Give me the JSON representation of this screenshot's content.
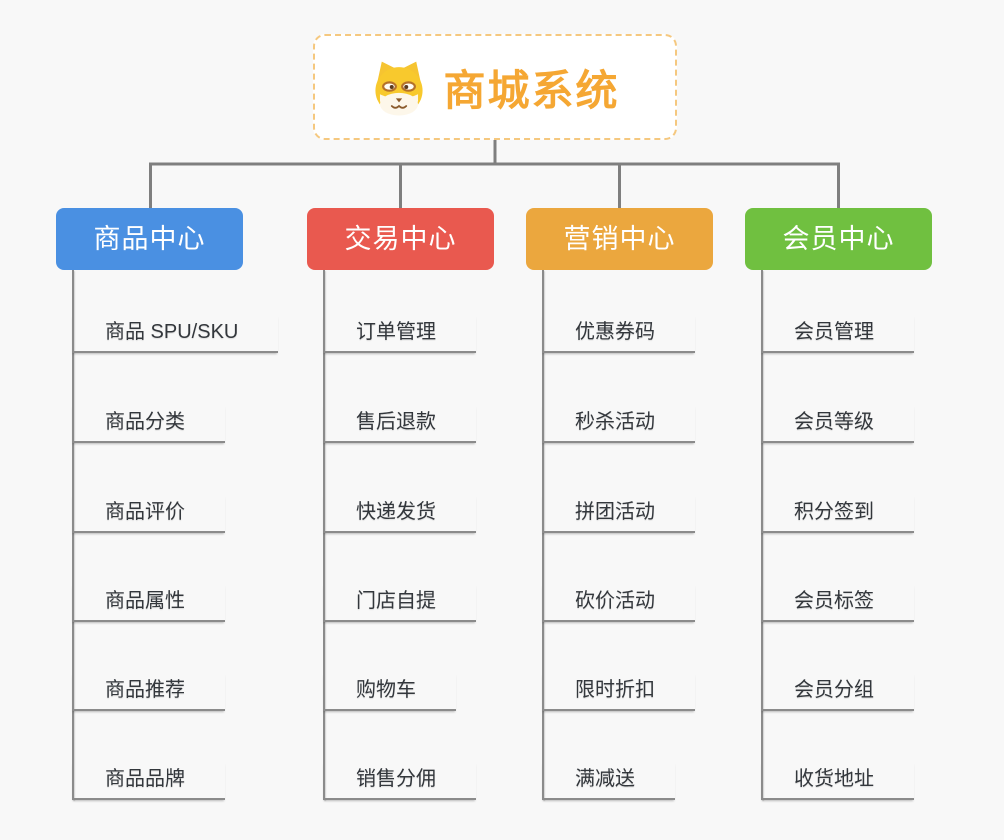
{
  "root": {
    "title": "商城系统",
    "icon": "shiba-dog-icon"
  },
  "branches": [
    {
      "label": "商品中心",
      "color": "#4a90e2",
      "items": [
        "商品 SPU/SKU",
        "商品分类",
        "商品评价",
        "商品属性",
        "商品推荐",
        "商品品牌"
      ]
    },
    {
      "label": "交易中心",
      "color": "#e9594f",
      "items": [
        "订单管理",
        "售后退款",
        "快递发货",
        "门店自提",
        "购物车",
        "销售分佣"
      ]
    },
    {
      "label": "营销中心",
      "color": "#eba73e",
      "items": [
        "优惠券码",
        "秒杀活动",
        "拼团活动",
        "砍价活动",
        "限时折扣",
        "满减送"
      ]
    },
    {
      "label": "会员中心",
      "color": "#70c040",
      "items": [
        "会员管理",
        "会员等级",
        "积分签到",
        "会员标签",
        "会员分组",
        "收货地址"
      ]
    }
  ],
  "colors": {
    "background": "#f8f8f8",
    "connector_line": "#7f7f7f",
    "leaf_line": "#8b8b8b",
    "leaf_text": "#33373c",
    "root_accent": "#f5a733",
    "root_border": "#f5c87f"
  }
}
